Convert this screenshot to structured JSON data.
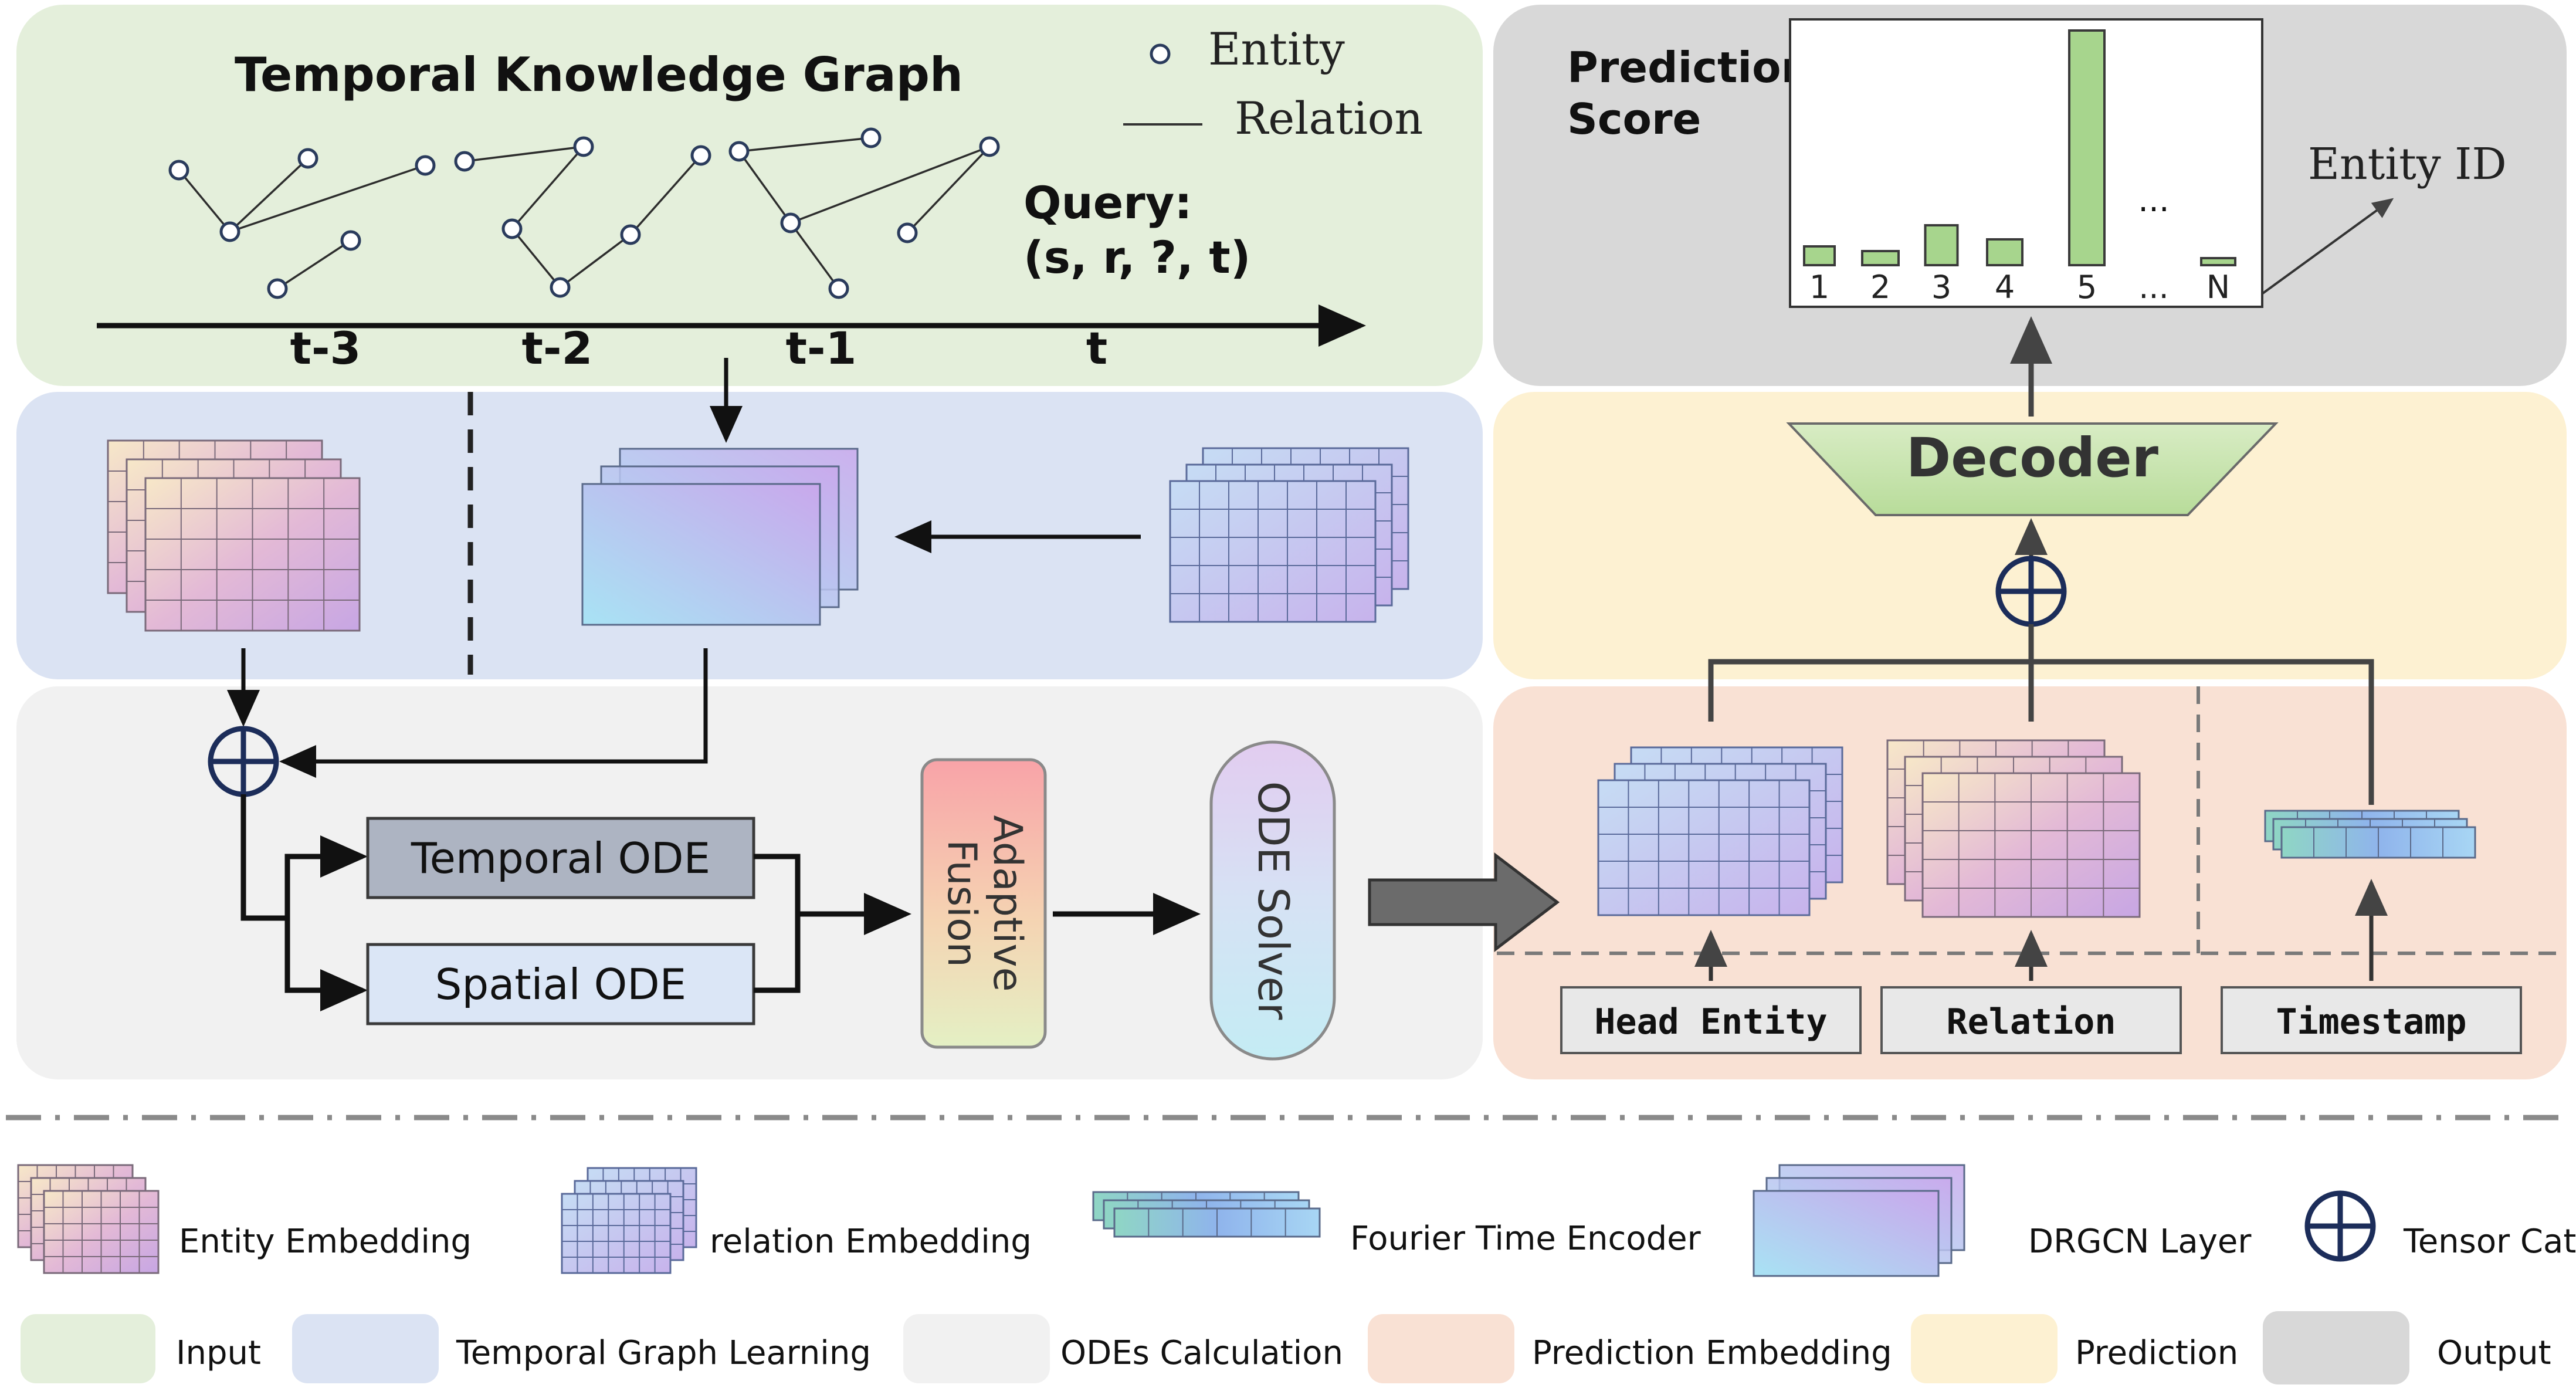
{
  "kg": {
    "title": "Temporal Knowledge Graph",
    "legend_entity": "Entity",
    "legend_relation": "Relation",
    "query_label": "Query:",
    "query_value": "(s, r, ?, t)",
    "times": [
      "t-3",
      "t-2",
      "t-1",
      "t"
    ]
  },
  "score": {
    "title_line1": "Prediction",
    "title_line2": "Score",
    "entity_id": "Entity ID",
    "bar_labels": [
      "1",
      "2",
      "3",
      "4",
      "5",
      "...",
      "N"
    ],
    "bar_values": [
      0.08,
      0.06,
      0.17,
      0.11,
      1.0,
      null,
      0.03
    ],
    "dots": "..."
  },
  "decoder": "Decoder",
  "ode": {
    "temporal": "Temporal ODE",
    "spatial": "Spatial ODE",
    "fusion_line1": "Adaptive",
    "fusion_line2": "Fusion",
    "solver": "ODE Solver"
  },
  "inputs": {
    "head": "Head Entity",
    "relation": "Relation",
    "timestamp": "Timestamp"
  },
  "legend": {
    "entity_embedding": "Entity Embedding",
    "relation_embedding": "relation Embedding",
    "fourier": "Fourier Time Encoder",
    "drgcn": "DRGCN Layer",
    "tensor_cat": "Tensor Cat",
    "input": "Input",
    "tgl": "Temporal Graph Learning",
    "odes": "ODEs Calculation",
    "pred_emb": "Prediction Embedding",
    "prediction": "Prediction",
    "output": "Output"
  },
  "colors": {
    "input": "#e4efdb",
    "tgl": "#dbe3f3",
    "odes": "#f1f1f1",
    "pred_emb": "#f9e1d4",
    "prediction": "#fdf1d2",
    "output": "#d8d8d8",
    "bar_fill": "#a7d58d",
    "ode_box_dark": "#adb4c2",
    "ode_box_light": "#dbe6f6"
  }
}
